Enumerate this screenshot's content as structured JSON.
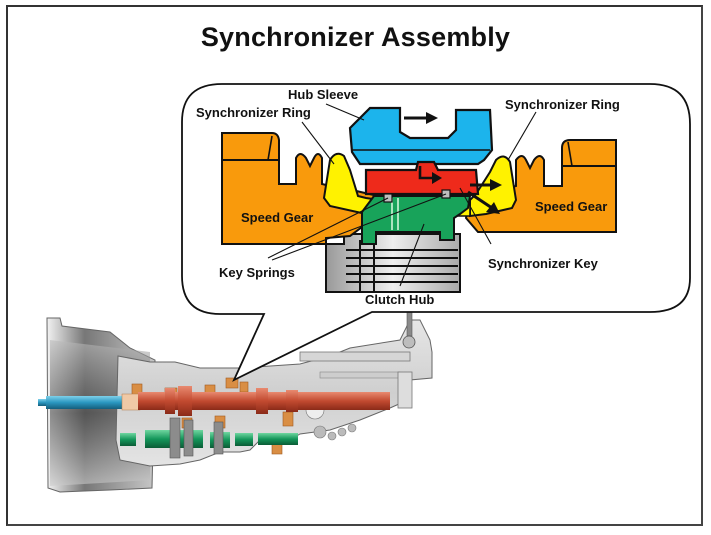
{
  "title": "Synchronizer Assembly",
  "callout": {
    "labels": {
      "hub_sleeve": "Hub Sleeve",
      "sync_ring_left": "Synchronizer Ring",
      "sync_ring_right": "Synchronizer Ring",
      "speed_gear_left": "Speed Gear",
      "speed_gear_right": "Speed Gear",
      "key_springs": "Key Springs",
      "synchronizer_key": "Synchronizer Key",
      "clutch_hub": "Clutch Hub"
    }
  },
  "colors": {
    "speed_gear": "#F99A0C",
    "sync_ring": "#FFF200",
    "hub_sleeve": "#1CB4EC",
    "sync_key": "#EE2A1B",
    "clutch_hub": "#18A35A",
    "input_shaft": "#2E9CC4",
    "main_shaft": "#C9533A",
    "counter_shaft": "#1A9A62",
    "bearing": "#D98E44",
    "outline": "#111111"
  }
}
